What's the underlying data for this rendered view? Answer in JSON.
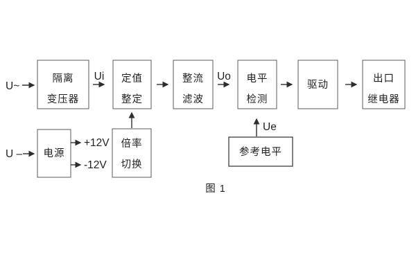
{
  "caption": "图 1",
  "colors": {
    "background": "#ffffff",
    "line": "#2e2e2e",
    "box_border": "#595959",
    "text": "#1f1f1f"
  },
  "blocks": {
    "isolation_transformer": {
      "line1": "隔离",
      "line2": "变压器"
    },
    "setting_adjust": {
      "line1": "定值",
      "line2": "整定"
    },
    "rectifier_filter": {
      "line1": "整流",
      "line2": "滤波"
    },
    "level_detect": {
      "line1": "电平",
      "line2": "检测"
    },
    "driver": {
      "line1": "驱动"
    },
    "output_relay": {
      "line1": "出口",
      "line2": "继电器"
    },
    "power_supply": {
      "line1": "电源"
    },
    "ratio_switch": {
      "line1": "倍率",
      "line2": "切换"
    },
    "reference_level": {
      "line1": "参考电平"
    }
  },
  "signals": {
    "input_ac": "U~",
    "input_dc": "U –",
    "ui": "Ui",
    "uo": "Uo",
    "ue": "Ue",
    "plus_12v": "+12V",
    "minus_12v": "-12V"
  }
}
